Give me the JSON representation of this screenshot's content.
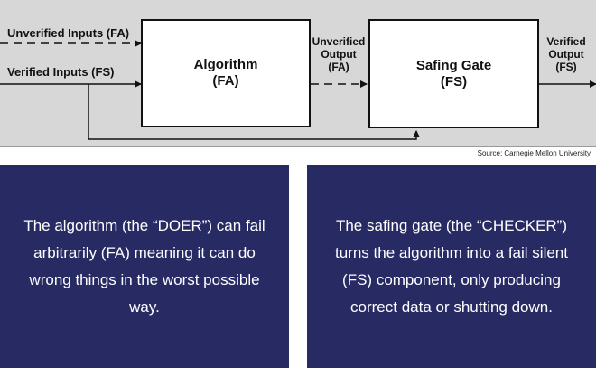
{
  "diagram": {
    "input_unverified": "Unverified Inputs (FA)",
    "input_verified": "Verified Inputs (FS)",
    "algorithm": {
      "title": "Algorithm",
      "sub": "(FA)"
    },
    "unverified_output": {
      "line1": "Unverified",
      "line2": "Output",
      "line3": "(FA)"
    },
    "safing_gate": {
      "title": "Safing Gate",
      "sub": "(FS)"
    },
    "verified_output": {
      "line1": "Verified",
      "line2": "Output",
      "line3": "(FS)"
    }
  },
  "source": "Source: Carnegie Mellon University",
  "panels": {
    "left": "The algorithm (the “DOER”) can fail arbitrarily (FA) meaning it can do wrong things in the worst possible way.",
    "right": "The safing gate (the “CHECKER”) turns the algorithm into a fail silent (FS) component, only producing correct data or shutting down."
  }
}
